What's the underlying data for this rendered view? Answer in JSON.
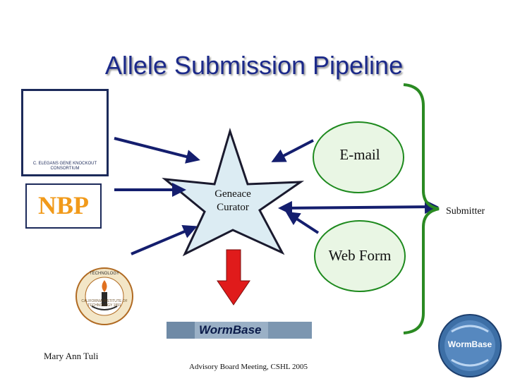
{
  "title": "Allele Submission Pipeline",
  "nbp": "NBP",
  "curator": {
    "line1": "Geneace",
    "line2": "Curator"
  },
  "email": "E-mail",
  "web_form": "Web Form",
  "submitter": "Submitter",
  "worm_logo_banner": "WormBase",
  "worm_logo_round": "WormBase",
  "caltech_logo": "CALIFORNIA INSTITUTE OF TECHNOLOGY 1891",
  "consortium_logo": "C. ELEGANS GENE KNOCKOUT CONSORTIUM",
  "footer_author": "Mary Ann Tuli",
  "footer_meeting": "Advisory Board Meeting, CSHL 2005",
  "colors": {
    "title": "#1c2a8a",
    "nbp": "#f19a1a",
    "bubble": "#e9f6e4",
    "bubble_border": "#1e8a1e",
    "arrow": "#141e6e",
    "star": "#dcecf3",
    "bracket": "#2a8a22",
    "down_arrow": "#e01b1b"
  }
}
